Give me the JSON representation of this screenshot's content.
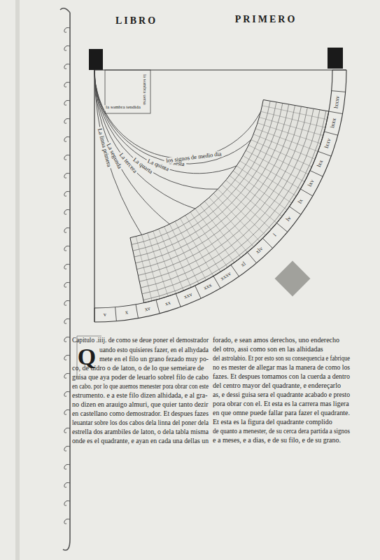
{
  "diagram": {
    "labels": [
      "LIBRO",
      "PRIMERO",
      "la sombra uersa",
      "la sombra tendida",
      "La linna primera",
      "La segunda",
      "La tercera",
      "La quarta",
      "La quinta",
      "La sesta",
      "los signos de medio dia",
      "v",
      "x",
      "xv",
      "xx",
      "xxv",
      "xxx",
      "xxxv",
      "xl",
      "xlv",
      "l",
      "lv",
      "lx",
      "lxv",
      "lxx",
      "lxxv",
      "lxxx",
      "lxxxv",
      "Capitulo .iiij. de como se deue poner el demostrador",
      "Q",
      "uando esto quisieres fazer, en el alhydada",
      "mete en el filo un grano fezado muy po-",
      "co, de uidro o de laton, o de lo que semeiare de",
      "guisa que aya poder de leuarlo sobrel filo de cabo",
      "en cabo. por lo que auemos menester pora obrar con este",
      "estrumento. e a este filo dizen alhidada, e al gra-",
      "no dizen en arauigo almuri, que quier tanto dezir",
      "en castellano como demostrador. Et despues fazes",
      "leuantar sobre los dos cabos dela linna del poner dela",
      "estrella dos arambiles de laton, o dela tabla misma",
      "onde es el quadrante, e ayan en cada una dellas un",
      "forado, e sean amos derechos, uno enderecho",
      "del otro, assi como son en las alhidadas",
      "del astrolabio. Et por esto son su consequencia e fabrique",
      "no es mester de allegar mas la manera de como los",
      "fazes. Et despues tomamos con la cuerda a dentro",
      "del centro mayor del quadrante, e endereçarlo",
      "as, e dessi guisa sera el quadrante acabado e presto",
      "pora obrar con el. Et esta es la carrera mas ligera",
      "en que omne puede fallar para fazer el quadrante.",
      "Et esta es la figura del quadrante complido",
      "de quanto a menester, de su cerca dera partida a signos",
      "e a meses, e a dias, e de su filo, e de su grano."
    ]
  }
}
